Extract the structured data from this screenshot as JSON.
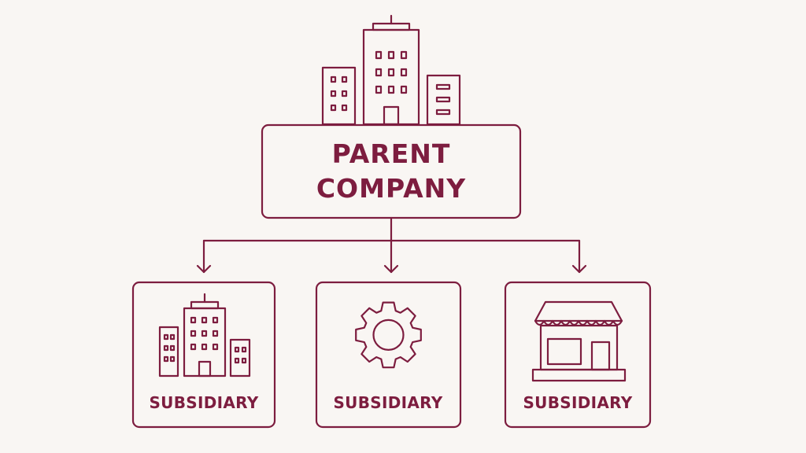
{
  "colors": {
    "background": "#f9f6f3",
    "stroke": "#7d1d3f"
  },
  "parent": {
    "line1": "PARENT",
    "line2": "COMPANY",
    "icon": "office-buildings-icon"
  },
  "subsidiaries": [
    {
      "label": "SUBSIDIARY",
      "icon": "office-buildings-icon"
    },
    {
      "label": "SUBSIDIARY",
      "icon": "gear-icon"
    },
    {
      "label": "SUBSIDIARY",
      "icon": "storefront-icon"
    }
  ]
}
